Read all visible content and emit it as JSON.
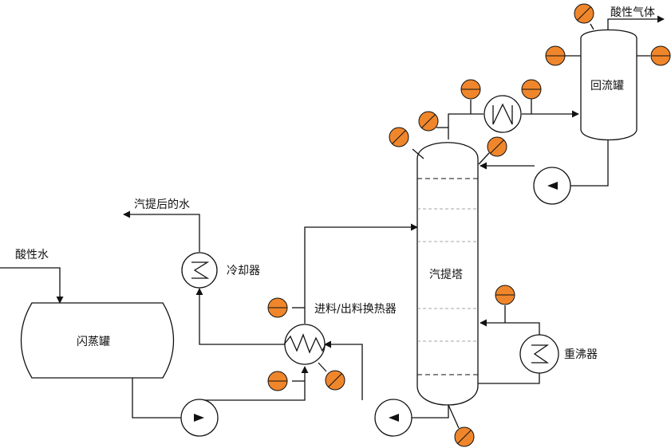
{
  "labels": {
    "acid_water": "酸性水",
    "flash_tank": "闪蒸罐",
    "stripped_water": "汽提后的水",
    "cooler": "冷却器",
    "feed_exchanger": "进料/出料换热器",
    "stripper": "汽提塔",
    "reboiler": "重沸器",
    "reflux_drum": "回流罐",
    "acid_gas": "酸性气体"
  },
  "colors": {
    "instrument_fill": "#F0862B",
    "instrument_stroke": "#111111",
    "line": "#111111"
  },
  "icons": {
    "pump": "pump-icon",
    "heat_exchanger": "heat-exchanger-icon",
    "condenser": "condenser-icon",
    "instrument": "instrument-icon"
  }
}
